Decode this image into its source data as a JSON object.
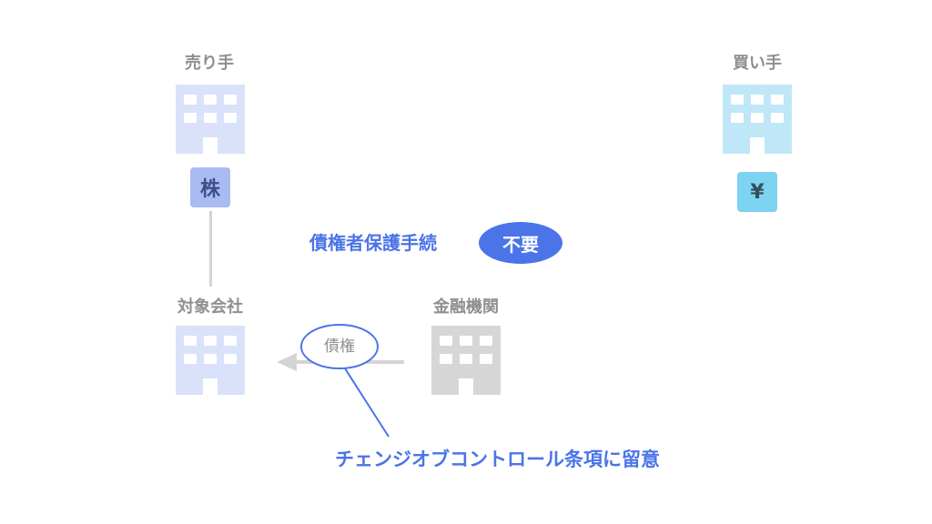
{
  "seller": {
    "label": "売り手",
    "badge": "株"
  },
  "buyer": {
    "label": "買い手",
    "badge": "¥"
  },
  "target": {
    "label": "対象会社"
  },
  "bank": {
    "label": "金融機関"
  },
  "claim_label": "債権",
  "creditor_protection": {
    "label": "債権者保護手続",
    "pill": "不要"
  },
  "note": "チェンジオブコントロール条項に留意",
  "colors": {
    "seller_building": "#d9e2f9",
    "buyer_building": "#bfe7f8",
    "bank_building": "#d6d6d6",
    "accent": "#4a74e8",
    "gray_text": "#8f8f8f"
  }
}
